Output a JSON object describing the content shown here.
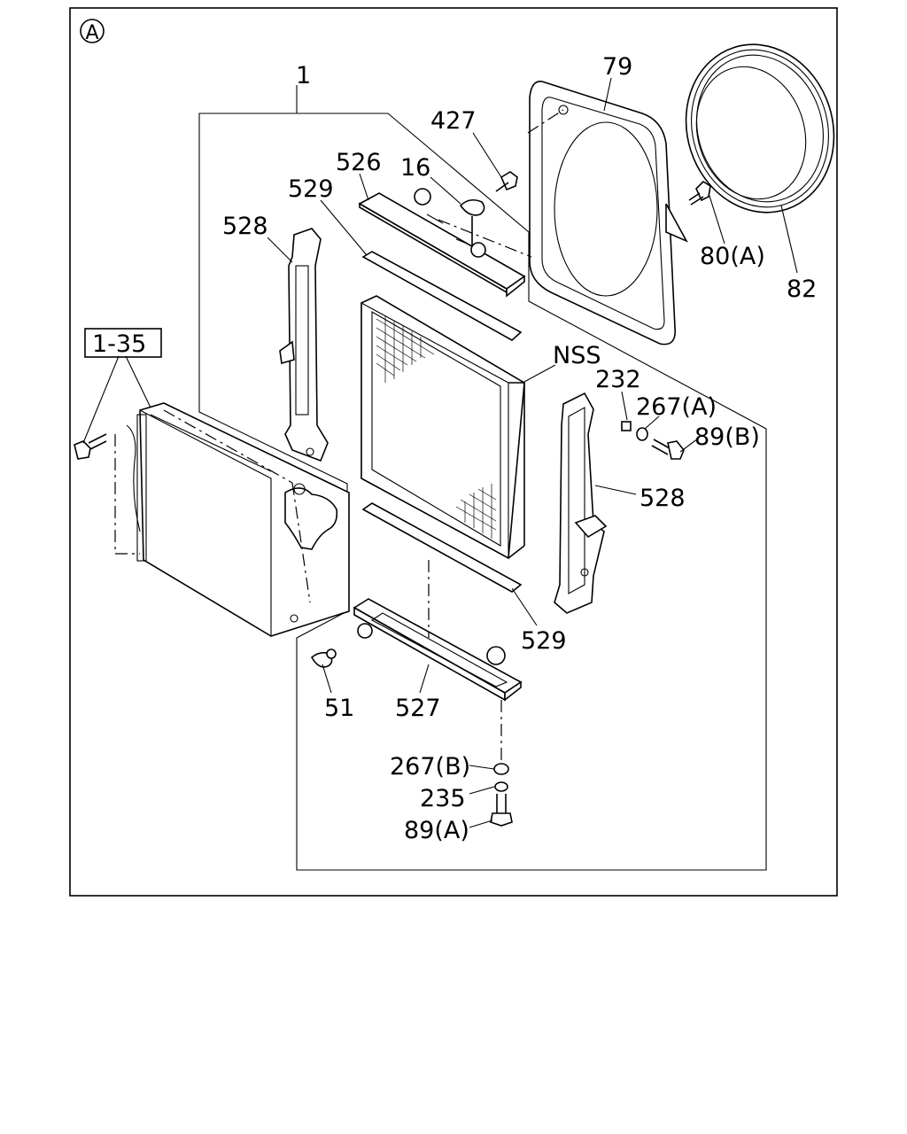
{
  "diagram": {
    "view_marker": "A",
    "labels": {
      "l1": "1",
      "l79": "79",
      "l427": "427",
      "l526": "526",
      "l16": "16",
      "l529_top": "529",
      "l528_left": "528",
      "l80a": "80(A)",
      "l82": "82",
      "l135": "1-35",
      "lnss": "NSS",
      "l232": "232",
      "l267a": "267(A)",
      "l89b": "89(B)",
      "l528_right": "528",
      "l529_bottom": "529",
      "l51": "51",
      "l527": "527",
      "l267b": "267(B)",
      "l235": "235",
      "l89a": "89(A)"
    }
  }
}
